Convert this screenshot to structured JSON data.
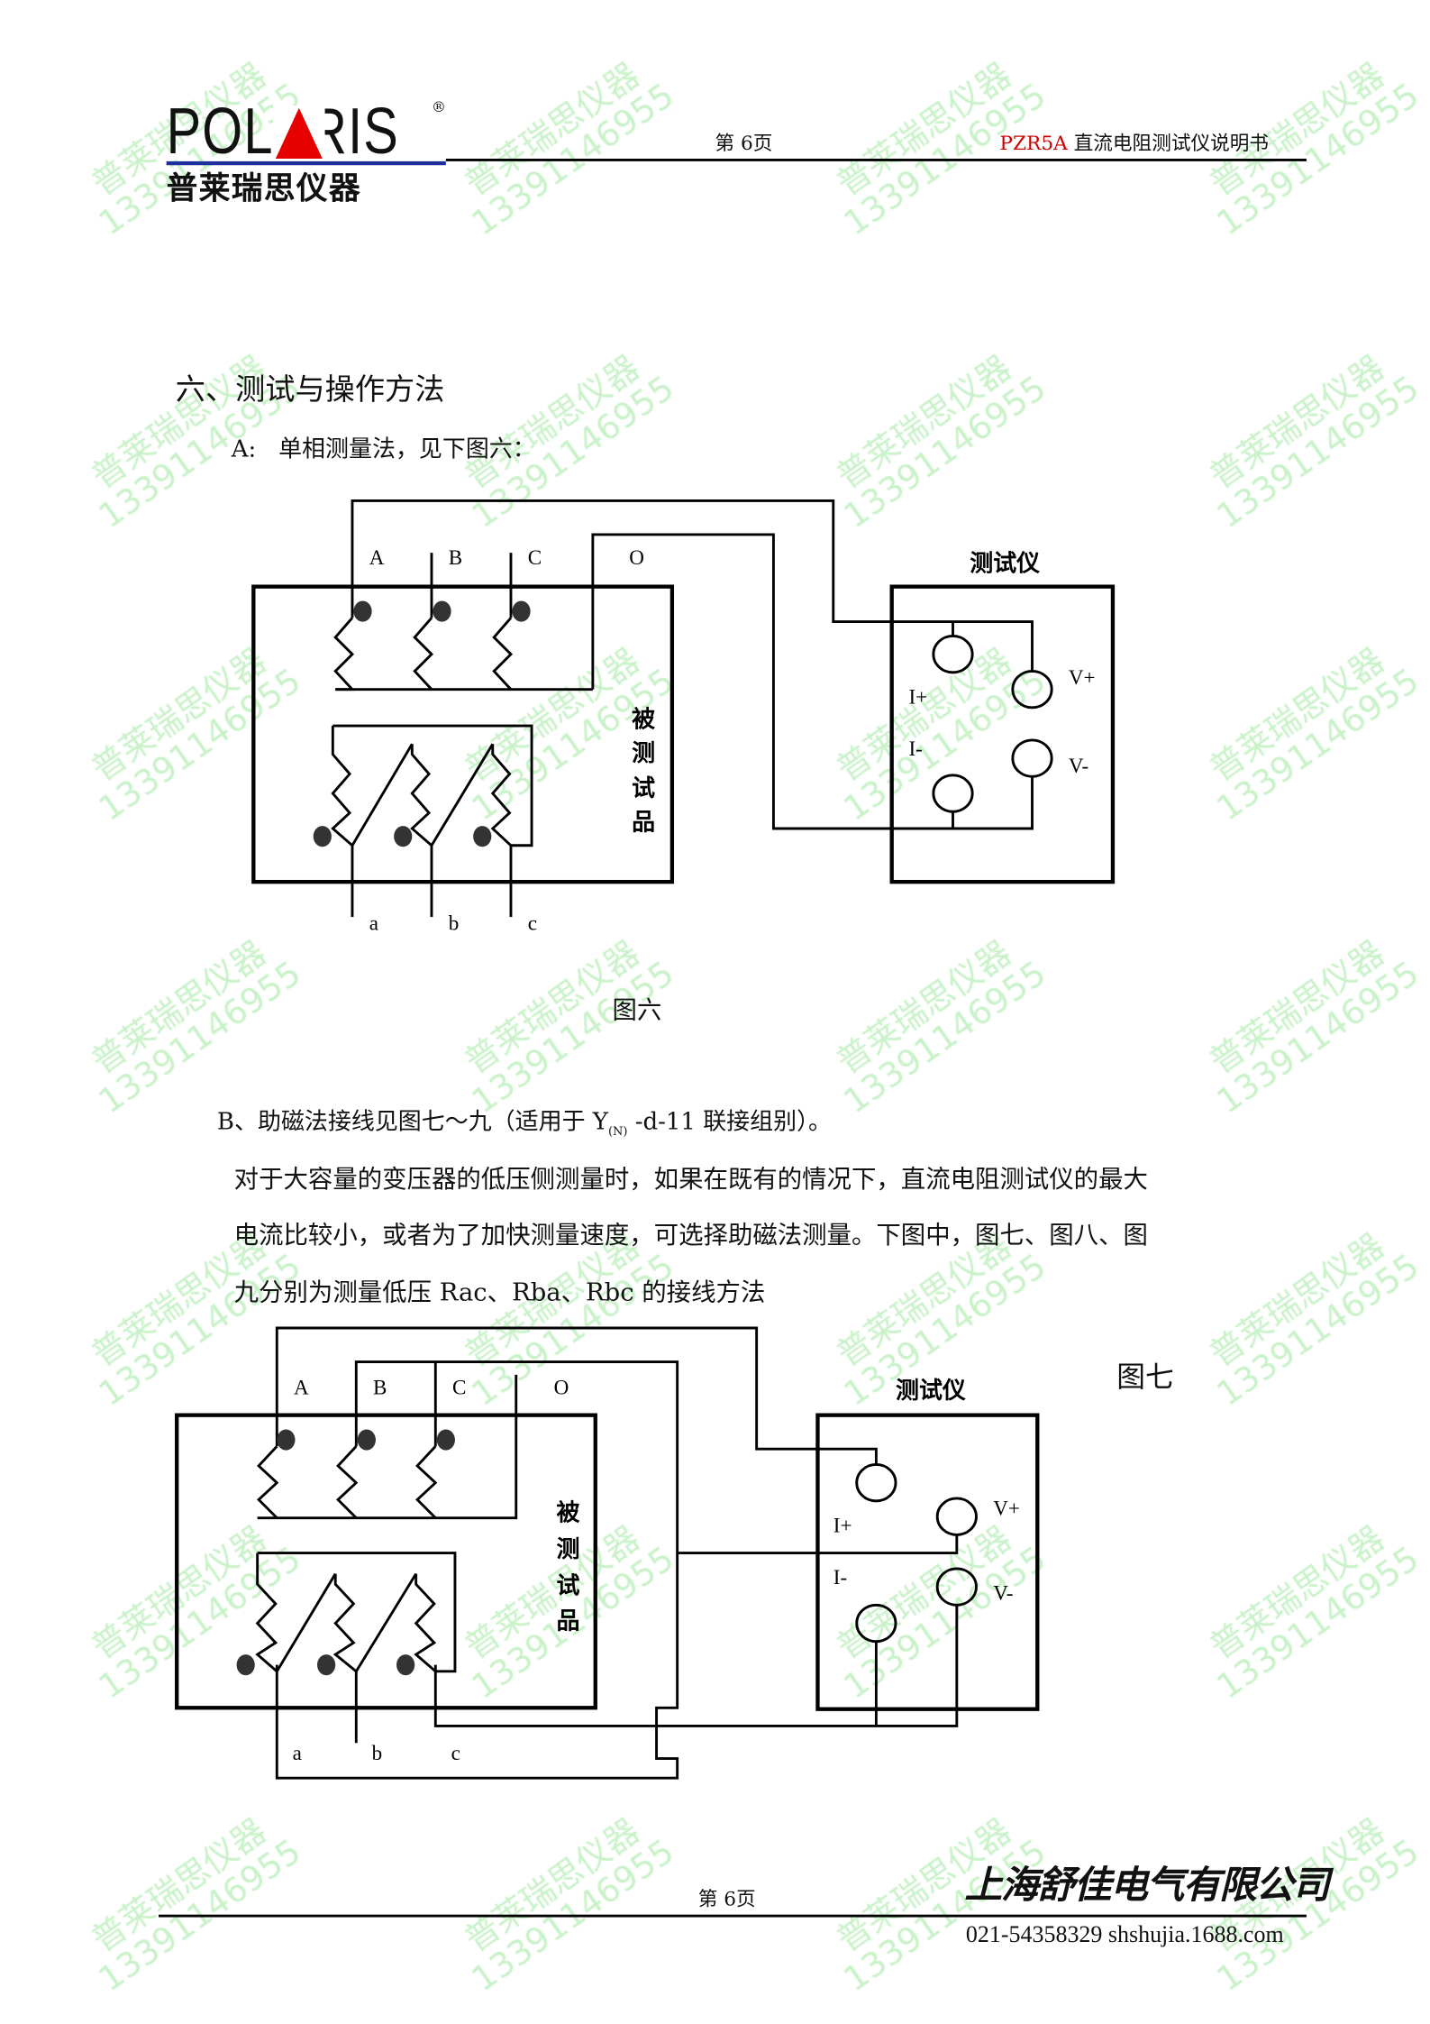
{
  "header": {
    "logo_en": "POLARIS",
    "logo_cn": "普莱瑞思仪器",
    "registered": "®",
    "page": "第 6页",
    "model": "PZR5A",
    "doc_title": "直流电阻测试仪说明书"
  },
  "section": {
    "heading": "六、测试与操作方法",
    "a_line": "A:   单相测量法，见下图六：",
    "fig6_caption": "图六",
    "b_line_pre": "B、助磁法接线见图七～九（适用于 Y",
    "b_line_sub": "(N)",
    "b_line_post": " -d-11 联接组别）。",
    "para_lines": [
      "对于大容量的变压器的低压侧测量时，如果在既有的情况下，直流电阻测试仪的最大",
      "电流比较小，或者为了加快测量速度，可选择助磁法测量。下图中，图七、图八、图",
      "九分别为测量低压 Rac、Rba、Rbc 的接线方法"
    ],
    "fig7_caption": "图七"
  },
  "diagram": {
    "hv_terminals": [
      "A",
      "B",
      "C",
      "O"
    ],
    "lv_terminals": [
      "a",
      "b",
      "c"
    ],
    "dut_label": [
      "被",
      "测",
      "试",
      "品"
    ],
    "instrument_label": "测试仪",
    "ports": {
      "i_plus": "I+",
      "i_minus": "I-",
      "v_plus": "V+",
      "v_minus": "V-"
    }
  },
  "footer": {
    "page": "第 6页",
    "company": "上海舒佳电气有限公司",
    "contact": "021-54358329 shshujia.1688.com"
  },
  "watermark": {
    "line1": "普莱瑞思仪器",
    "line2": "13391146955"
  },
  "colors": {
    "accent_red": "#cc0000",
    "logo_blue": "#1f2f9a",
    "watermark": "#c9f2c9"
  }
}
